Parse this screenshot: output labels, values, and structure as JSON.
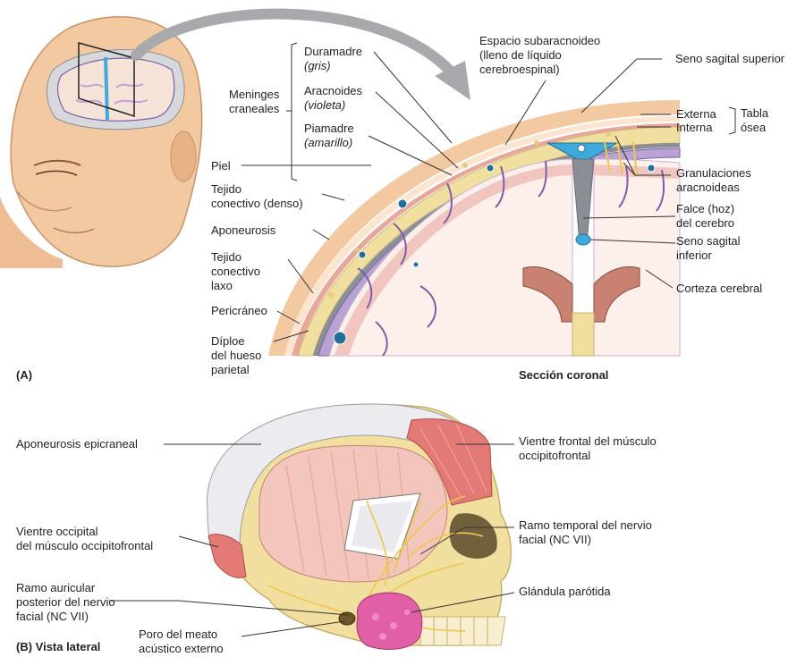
{
  "panel_a": {
    "tag": "(A)",
    "title": "Sección coronal",
    "meninges_group": [
      "Meninges",
      "craneales"
    ],
    "duramadre": "Duramadre",
    "duramadre_note": "(gris)",
    "aracnoides": "Aracnoides",
    "aracnoides_note": "(violeta)",
    "piamadre": "Piamadre",
    "piamadre_note": "(amarillo)",
    "piel": "Piel",
    "tejido_denso": [
      "Tejido",
      "conectivo (denso)"
    ],
    "aponeurosis": "Aponeurosis",
    "tejido_laxo": [
      "Tejido",
      "conectivo",
      "laxo"
    ],
    "pericraneo": "Pericráneo",
    "diploe": [
      "Díploe",
      "del hueso",
      "parietal"
    ],
    "espacio": [
      "Espacio subaracnoideo",
      "(lleno de líquido",
      "cerebroespinal)"
    ],
    "seno_superior": "Seno sagital superior",
    "externa": "Externa",
    "interna": "Interna",
    "tabla": [
      "Tabla",
      "ósea"
    ],
    "granulaciones": [
      "Granulaciones",
      "aracnoideas"
    ],
    "falce": [
      "Falce (hoz)",
      "del cerebro"
    ],
    "seno_inferior": [
      "Seno sagital",
      "inferior"
    ],
    "corteza": "Corteza cerebral"
  },
  "panel_b": {
    "tag": "(B) Vista lateral",
    "aponeurosis_epicraneal": "Aponeurosis epicraneal",
    "vientre_occipital": [
      "Vientre occipital",
      "del músculo occipitofrontal"
    ],
    "ramo_auricular": [
      "Ramo auricular",
      "posterior del nervio",
      "facial (NC VII)"
    ],
    "poro": [
      "Poro del meato",
      "acústico externo"
    ],
    "vientre_frontal": [
      "Vientre frontal del músculo",
      "occipitofrontal"
    ],
    "ramo_temporal": [
      "Ramo temporal del nervio",
      "facial (NC VII)"
    ],
    "glandula": "Glándula parótida"
  },
  "colors": {
    "skin": "#f2c9a0",
    "bone": "#f1dfa0",
    "brain_white": "#fdf0ea",
    "cortex": "#f1c6c0",
    "dura": "#8a8f96",
    "arachnoid": "#7e5ea8",
    "csf": "#3fa9dc",
    "muscle": "#e47a76",
    "aponeurosis": "#e4e4e8",
    "parotid": "#e05fa6",
    "nerve": "#f0c64f",
    "leader": "#333333"
  }
}
